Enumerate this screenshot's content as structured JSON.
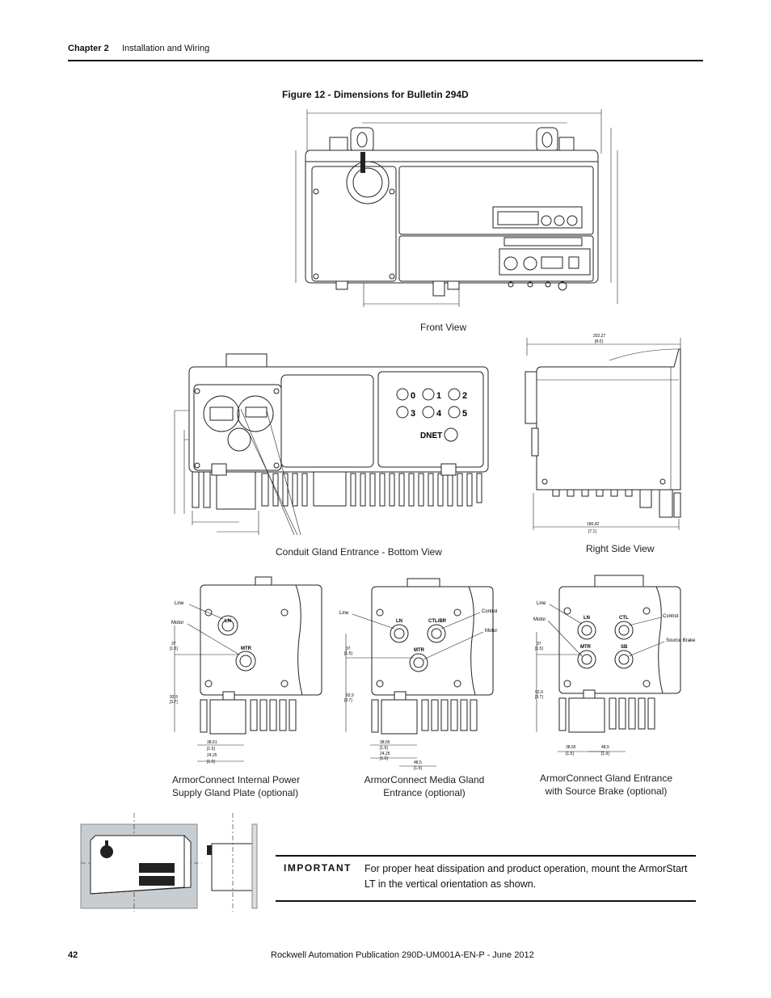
{
  "header": {
    "chapter": "Chapter 2",
    "section": "Installation and Wiring"
  },
  "figure": {
    "title": "Figure 12 - Dimensions for Bulletin 294D"
  },
  "views": {
    "front": "Front View",
    "bottom": "Conduit Gland Entrance - Bottom View",
    "right_side": "Right Side View",
    "right_side_dims": {
      "top": "202,27",
      "top_in": "[8.0]",
      "bottom": "180,42",
      "bottom_in": "[7.1]"
    }
  },
  "bottom_view": {
    "ports_top": [
      "0",
      "1",
      "2"
    ],
    "ports_bottom": [
      "3",
      "4",
      "5"
    ],
    "dnet": "DNET"
  },
  "gland_plates": [
    {
      "caption_line1": "ArmorConnect Internal Power",
      "caption_line2": "Supply Gland Plate (optional)",
      "labels": {
        "line": "Line",
        "motor": "Motor"
      },
      "ports": [
        "LN",
        "MTR"
      ],
      "dims": {
        "a": "37",
        "a_in": "[1.5]",
        "b": "92,9",
        "b_in": "[3.7]",
        "c": "38,61",
        "c_in": "[1.5]",
        "d": "24,25",
        "d_in": "[1.0]"
      }
    },
    {
      "caption_line1": "ArmorConnect Media Gland",
      "caption_line2": "Entrance (optional)",
      "labels": {
        "line": "Line",
        "control": "Control",
        "motor": "Motor"
      },
      "ports": [
        "LN",
        "CTL/BR",
        "MTR"
      ],
      "dims": {
        "a": "37",
        "a_in": "[1.5]",
        "b": "92,9",
        "b_in": "[3.7]",
        "c": "38,55",
        "c_in": "[1.5]",
        "d": "24,25",
        "d_in": "[1.0]",
        "e": "48,5",
        "e_in": "[1.9]"
      }
    },
    {
      "caption_line1": "ArmorConnect Gland Entrance",
      "caption_line2": "with Source Brake (optional)",
      "labels": {
        "line": "Line",
        "motor": "Motor",
        "control": "Control",
        "brake": "Source Brake"
      },
      "ports": [
        "LN",
        "CTL",
        "MTR",
        "SB"
      ],
      "dims": {
        "a": "37",
        "a_in": "[1.5]",
        "b": "92,9",
        "b_in": "[3.7]",
        "c": "38,55",
        "c_in": "[1.5]",
        "e": "48,5",
        "e_in": "[1.9]"
      }
    }
  ],
  "important": {
    "label": "IMPORTANT",
    "text": "For proper heat dissipation and product operation, mount the ArmorStart LT in the vertical orientation as shown."
  },
  "footer": {
    "page": "42",
    "publication": "Rockwell Automation Publication 290D-UM001A-EN-P - June 2012"
  }
}
